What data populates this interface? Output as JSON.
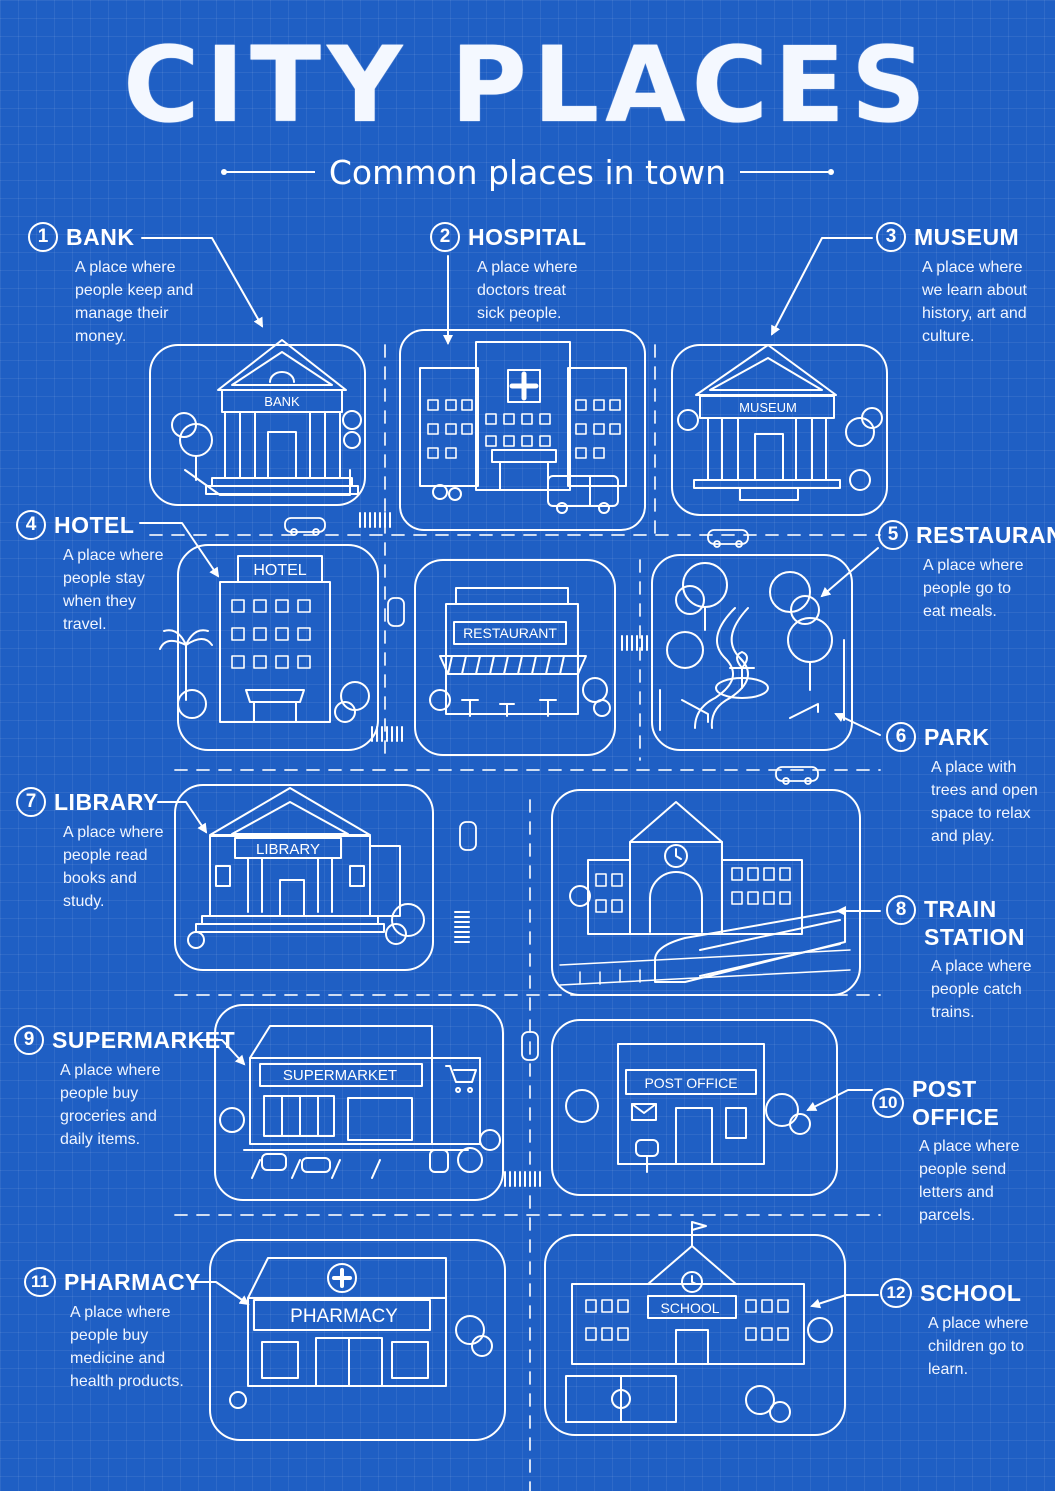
{
  "header": {
    "title": "CITY PLACES",
    "subtitle": "Common places in town"
  },
  "places": [
    {
      "number": "1",
      "name": "BANK",
      "description": "A place where people keep and manage their money.",
      "sign": "BANK"
    },
    {
      "number": "2",
      "name": "HOSPITAL",
      "description": "A place where doctors treat sick people.",
      "sign": ""
    },
    {
      "number": "3",
      "name": "MUSEUM",
      "description": "A place where we learn about history, art and culture.",
      "sign": "MUSEUM"
    },
    {
      "number": "4",
      "name": "HOTEL",
      "description": "A place where people stay when they travel.",
      "sign": "HOTEL"
    },
    {
      "number": "5",
      "name": "RESTAURANT",
      "description": "A place where people go to eat meals.",
      "sign": "RESTAURANT"
    },
    {
      "number": "6",
      "name": "PARK",
      "description": "A place with trees and open space to relax and play.",
      "sign": ""
    },
    {
      "number": "7",
      "name": "LIBRARY",
      "description": "A place where people read books and study.",
      "sign": "LIBRARY"
    },
    {
      "number": "8",
      "name": "TRAIN STATION",
      "description": "A place where people catch trains.",
      "sign": ""
    },
    {
      "number": "9",
      "name": "SUPERMARKET",
      "description": "A place where people buy groceries and daily items.",
      "sign": "SUPERMARKET"
    },
    {
      "number": "10",
      "name": "POST OFFICE",
      "description": "A place where people send letters and parcels.",
      "sign": "POST OFFICE"
    },
    {
      "number": "11",
      "name": "PHARMACY",
      "description": "A place where people buy medicine and health products.",
      "sign": "PHARMACY"
    },
    {
      "number": "12",
      "name": "SCHOOL",
      "description": "A place where children go to learn.",
      "sign": "SCHOOL"
    }
  ],
  "colors": {
    "background": "#1f5fc4",
    "line": "#ffffff"
  }
}
